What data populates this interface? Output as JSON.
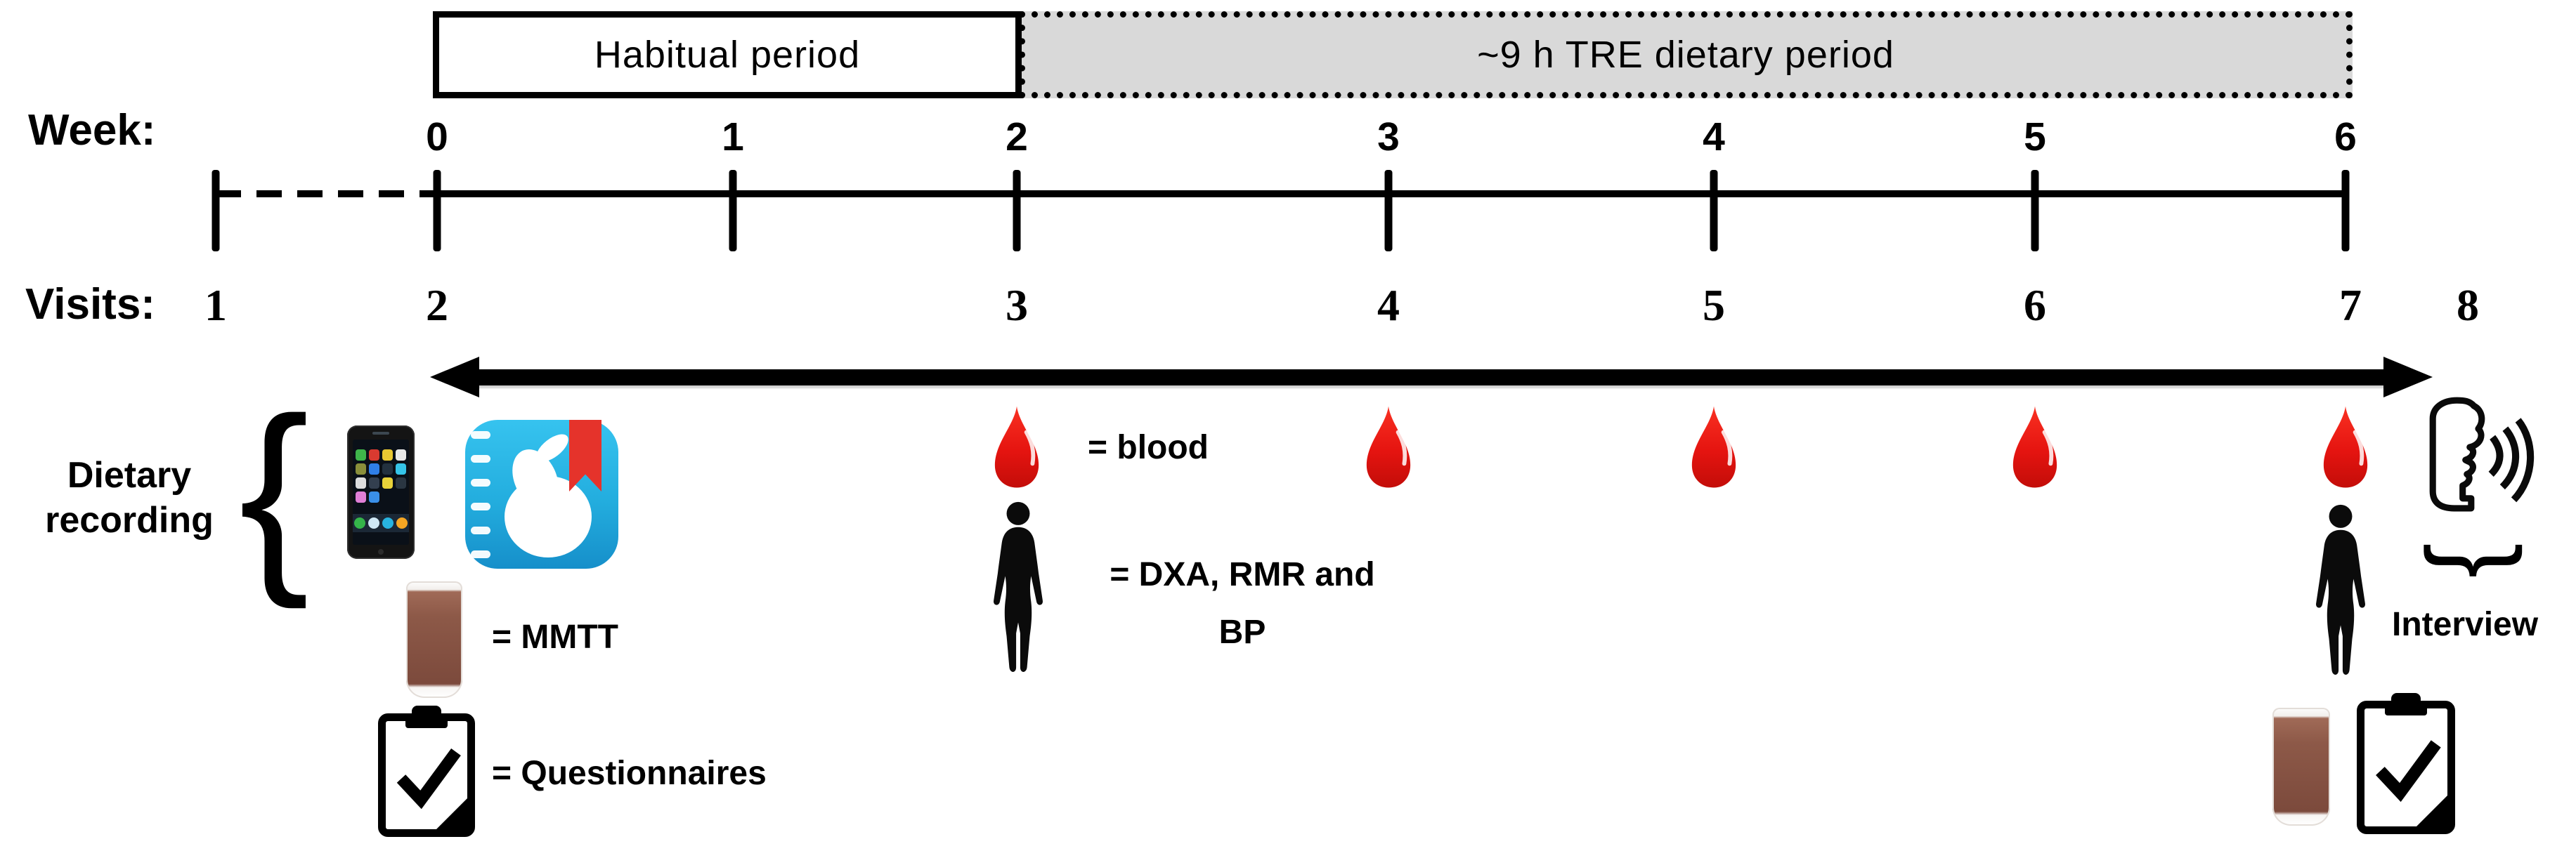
{
  "figure": {
    "title": "Study design timeline",
    "type": "clinical-study-timeline"
  },
  "periods": {
    "habitual": "Habitual period",
    "tre": "~9 h TRE dietary period"
  },
  "timeline": {
    "week_label": "Week:",
    "weeks": [
      "0",
      "1",
      "2",
      "3",
      "4",
      "5",
      "6"
    ],
    "visits_label": "Visits:",
    "visits": [
      "1",
      "2",
      "3",
      "4",
      "5",
      "6",
      "7",
      "8"
    ]
  },
  "legend": {
    "blood": "= blood",
    "dxa_line1": "= DXA, RMR and",
    "dxa_line2": "BP",
    "mmtt": "= MMTT",
    "questionnaires": "= Questionnaires",
    "interview": "Interview",
    "dietary_line1": "Dietary",
    "dietary_line2": "recording",
    "brace_left": "{",
    "underbrace": "}"
  },
  "icons": {
    "blood_drop": "blood-drop-icon",
    "person": "human-body-silhouette-icon",
    "phone": "smartphone-icon",
    "diet_app": "pear-diary-app-icon",
    "shake": "meal-shake-glass-icon",
    "clipboard": "checklist-clipboard-icon",
    "talking_head": "speaking-face-icon"
  },
  "colors": {
    "blood_red": "#ec1a15",
    "tre_fill": "#d9d9d9",
    "app_blue": "#29b7e9",
    "bookmark_red": "#e5332b",
    "shake_brown": "#8d5948",
    "line_black": "#000000"
  }
}
